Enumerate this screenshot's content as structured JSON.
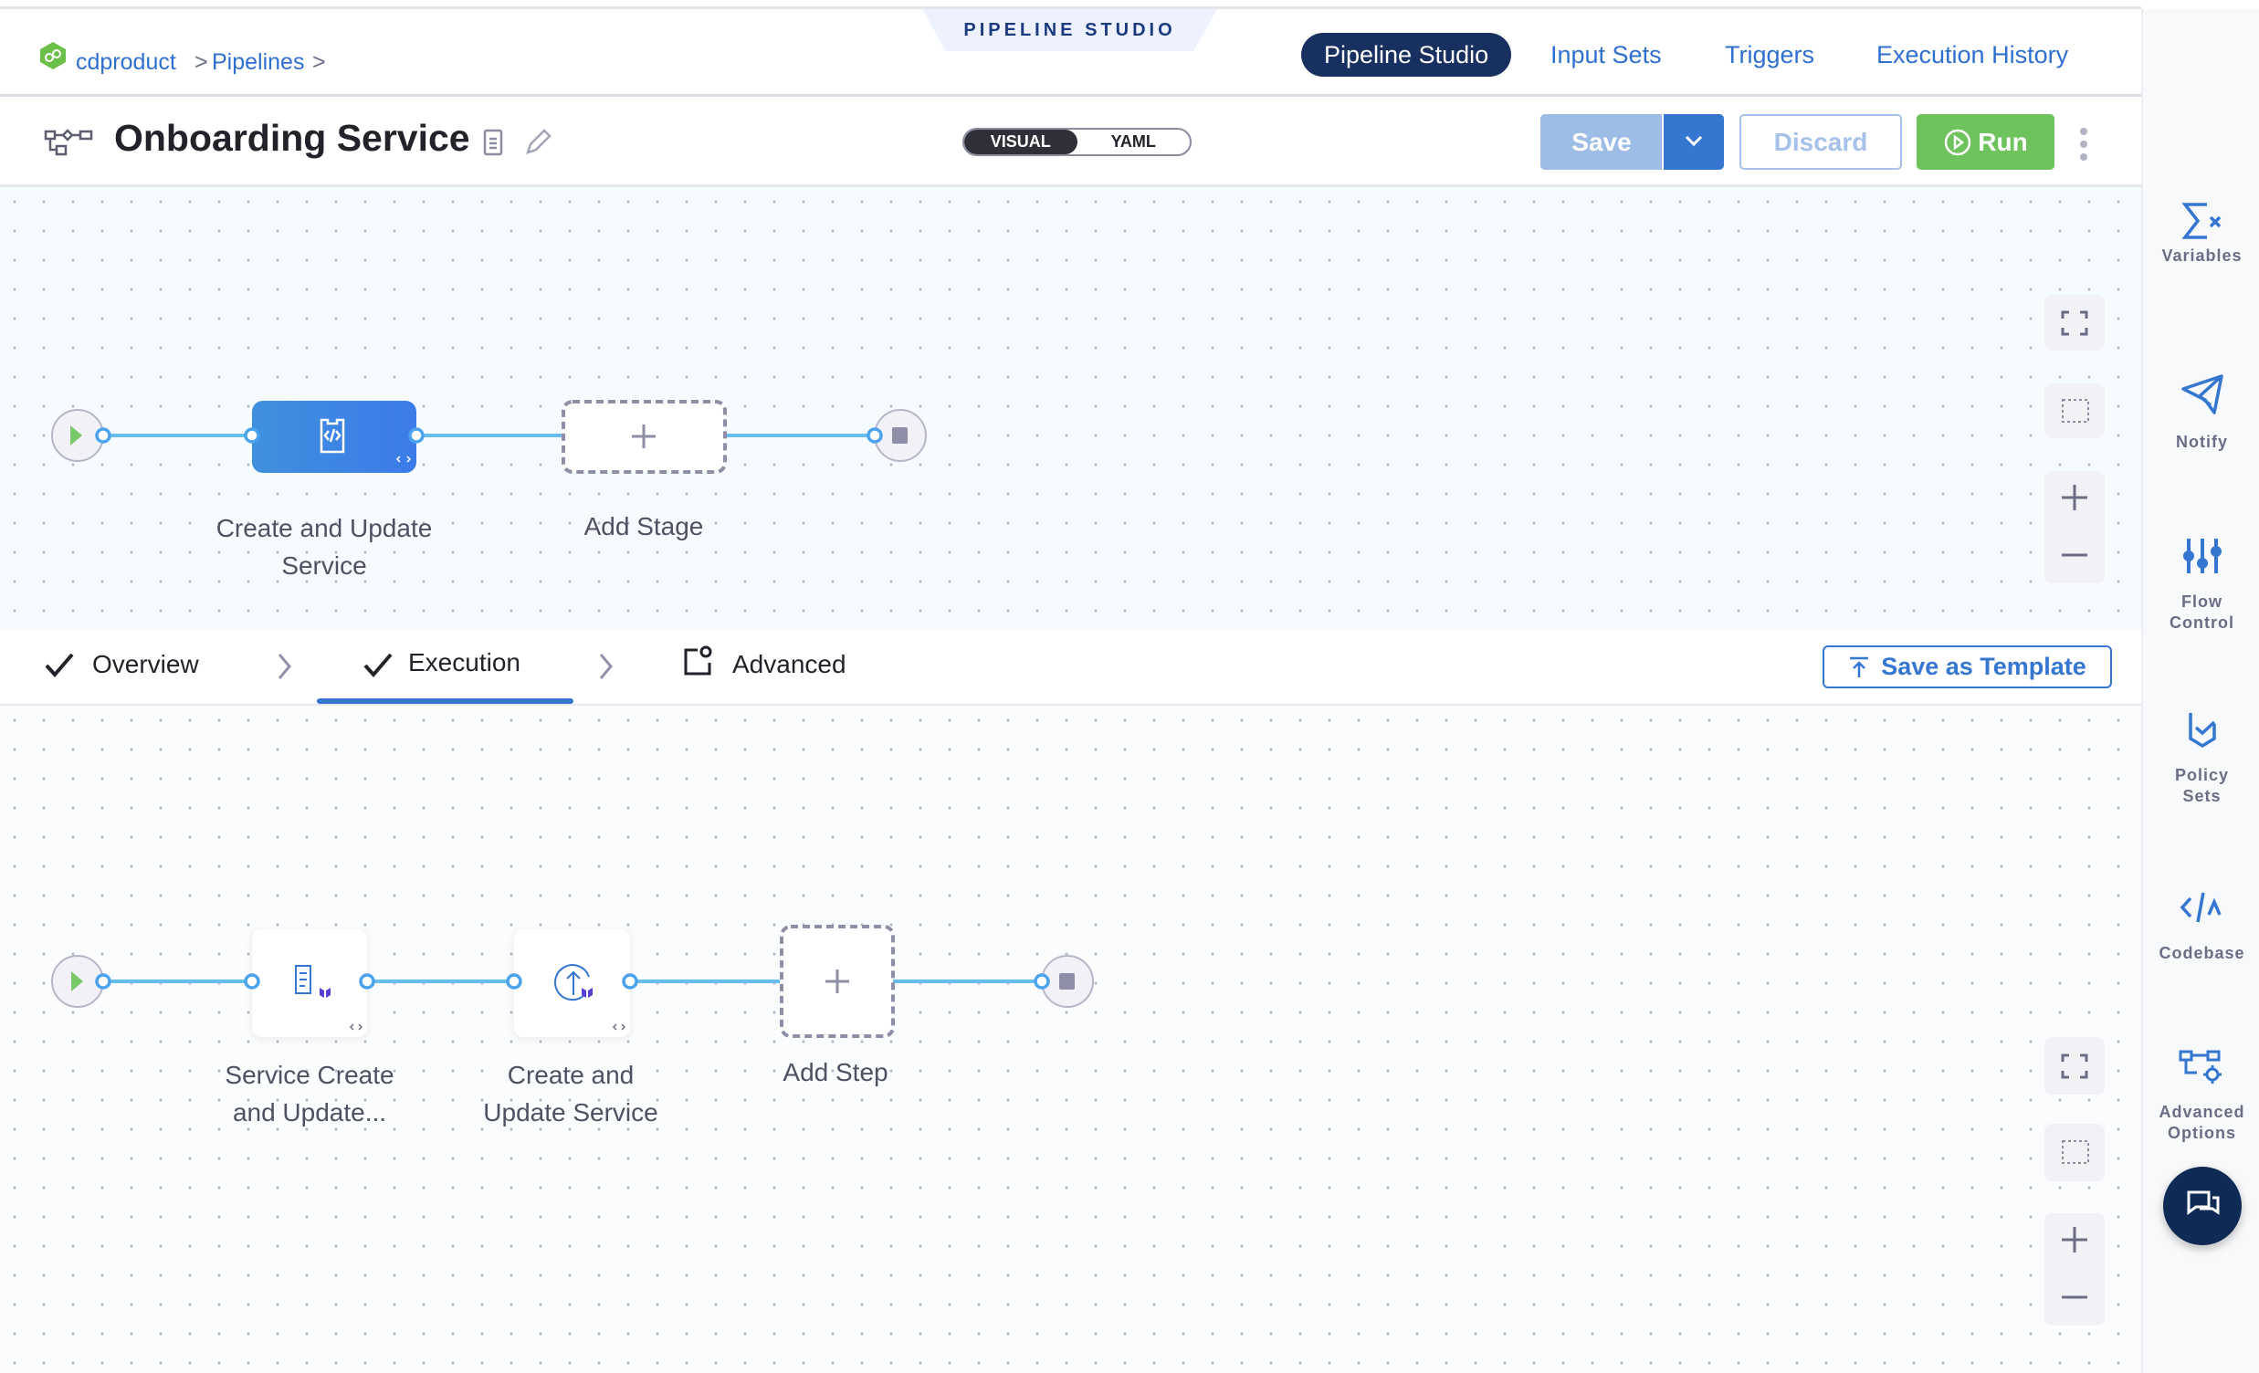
{
  "breadcrumb": {
    "org": "cdproduct",
    "pipelines": "Pipelines",
    "sep": ">"
  },
  "studio_banner": "PIPELINE STUDIO",
  "nav": {
    "tabs": [
      "Pipeline Studio",
      "Input Sets",
      "Triggers",
      "Execution History"
    ],
    "active": "Pipeline Studio"
  },
  "pipeline": {
    "title": "Onboarding Service"
  },
  "view_toggle": {
    "options": [
      "VISUAL",
      "YAML"
    ],
    "selected": "VISUAL"
  },
  "toolbar": {
    "save": "Save",
    "discard": "Discard",
    "run": "Run"
  },
  "stage_graph": {
    "stages": [
      {
        "label": "Create and Update Service"
      }
    ],
    "add_stage": "Add Stage"
  },
  "stage_tabs": {
    "tabs": [
      "Overview",
      "Execution",
      "Advanced"
    ],
    "active": "Execution",
    "save_template": "Save as Template"
  },
  "execution_graph": {
    "steps": [
      {
        "label_line1": "Service Create",
        "label_line2": "and Update..."
      },
      {
        "label_line1": "Create and",
        "label_line2": "Update Service"
      }
    ],
    "add_step": "Add Step"
  },
  "sidebar": {
    "items": [
      {
        "label1": "Variables",
        "icon": "variables-icon"
      },
      {
        "label1": "Notify",
        "icon": "send-icon"
      },
      {
        "label1": "Flow",
        "label2": "Control",
        "icon": "sliders-icon"
      },
      {
        "label1": "Policy",
        "label2": "Sets",
        "icon": "shield-check-icon"
      },
      {
        "label1": "Codebase",
        "icon": "code-icon"
      },
      {
        "label1": "Advanced",
        "label2": "Options",
        "icon": "settings-flow-icon"
      }
    ]
  },
  "colors": {
    "accent": "#2f6fd0",
    "nav_active": "#17305f",
    "run": "#6fc35c",
    "connector": "#66bdee"
  }
}
